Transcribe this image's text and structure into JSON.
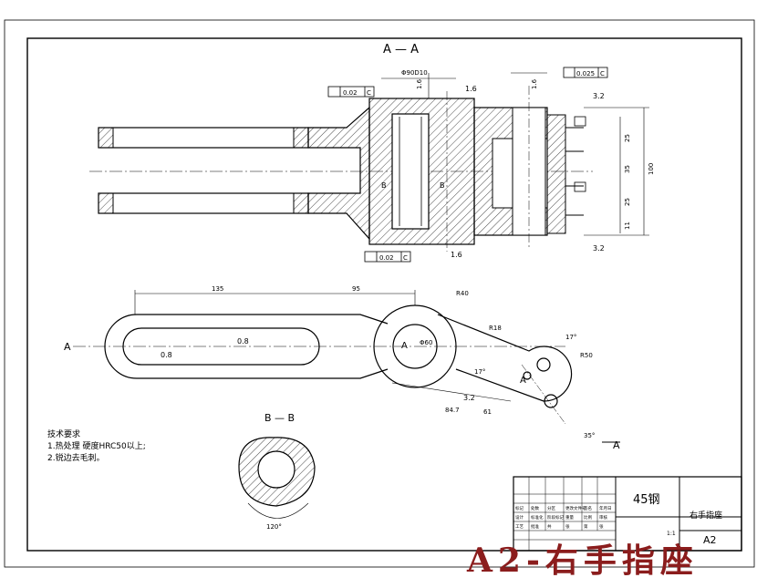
{
  "drawing": {
    "section_aa_title": "A — A",
    "section_bb_title": "B — B",
    "view_marker": "A",
    "bottom_marker": "A",
    "material": "45钢",
    "part_name": "右手指座",
    "sheet_size": "A2",
    "scale": "1:1",
    "stamp_title": "A2-右手指座"
  },
  "notes": {
    "heading": "技术要求",
    "items": [
      "1.热处理  硬度HRC50以上;",
      "2.锐边去毛刺。"
    ]
  },
  "dimensions": {
    "len_135": "135",
    "len_95": "95",
    "h_100": "100",
    "d_25a": "25",
    "d_35": "35",
    "d_25b": "25",
    "d_11": "11",
    "r_140": "R40",
    "r_18": "R18",
    "r_50": "R50",
    "dia_60": "Φ60",
    "angle_120": "120°",
    "angle_17": "17°",
    "angle_35": "35°",
    "angle_17b": "17°",
    "dist_84": "84.7",
    "dist_61": "61",
    "rough_08a": "0.8",
    "rough_08b": "0.8",
    "rough_32a": "3.2",
    "rough_32b": "3.2",
    "rough_16a": "1.6",
    "rough_16b": "1.6",
    "rough_16c": "1.6",
    "rough_16d": "1.6",
    "tol_002a": "0.02",
    "tol_002b": "0.02",
    "tol_0025": "0.025",
    "datum_c": "C",
    "b_label_a": "B",
    "b_label_b": "B",
    "phi90": "Φ90D10"
  },
  "title_block": {
    "cells": [
      "标记",
      "处数",
      "分区",
      "更改文件号",
      "签名",
      "年月日",
      "设计",
      "标准化",
      "阶段标记",
      "重量",
      "比例",
      "审核",
      "工艺",
      "批准",
      "共",
      "张",
      "第",
      "张"
    ]
  }
}
